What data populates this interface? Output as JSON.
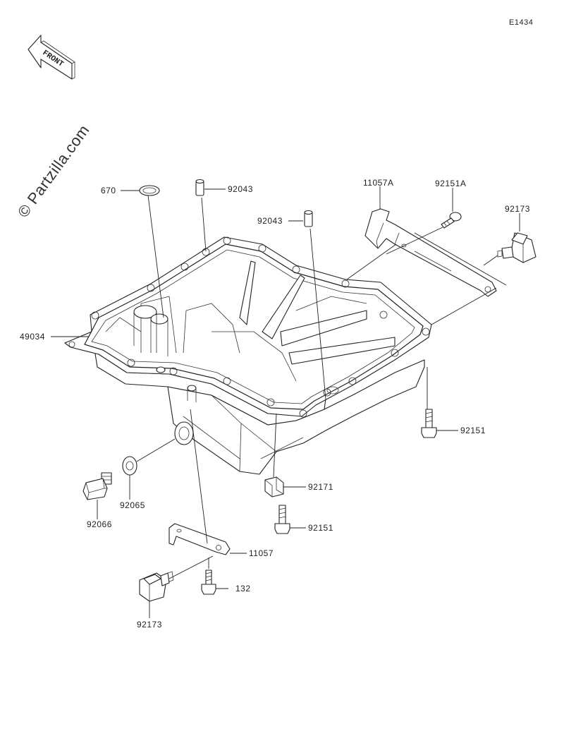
{
  "figure_code": "E1434",
  "watermark": "© Partzilla.com",
  "front_arrow": {
    "label": "FRONT"
  },
  "callouts": [
    {
      "id": "670",
      "label": "670"
    },
    {
      "id": "92043-a",
      "label": "92043"
    },
    {
      "id": "92043-b",
      "label": "92043"
    },
    {
      "id": "11057a",
      "label": "11057A"
    },
    {
      "id": "92151a",
      "label": "92151A"
    },
    {
      "id": "92173-a",
      "label": "92173"
    },
    {
      "id": "49034",
      "label": "49034"
    },
    {
      "id": "92151-a",
      "label": "92151"
    },
    {
      "id": "92171",
      "label": "92171"
    },
    {
      "id": "92151-b",
      "label": "92151"
    },
    {
      "id": "92065",
      "label": "92065"
    },
    {
      "id": "92066",
      "label": "92066"
    },
    {
      "id": "11057",
      "label": "11057"
    },
    {
      "id": "132",
      "label": "132"
    },
    {
      "id": "92173-b",
      "label": "92173"
    }
  ]
}
